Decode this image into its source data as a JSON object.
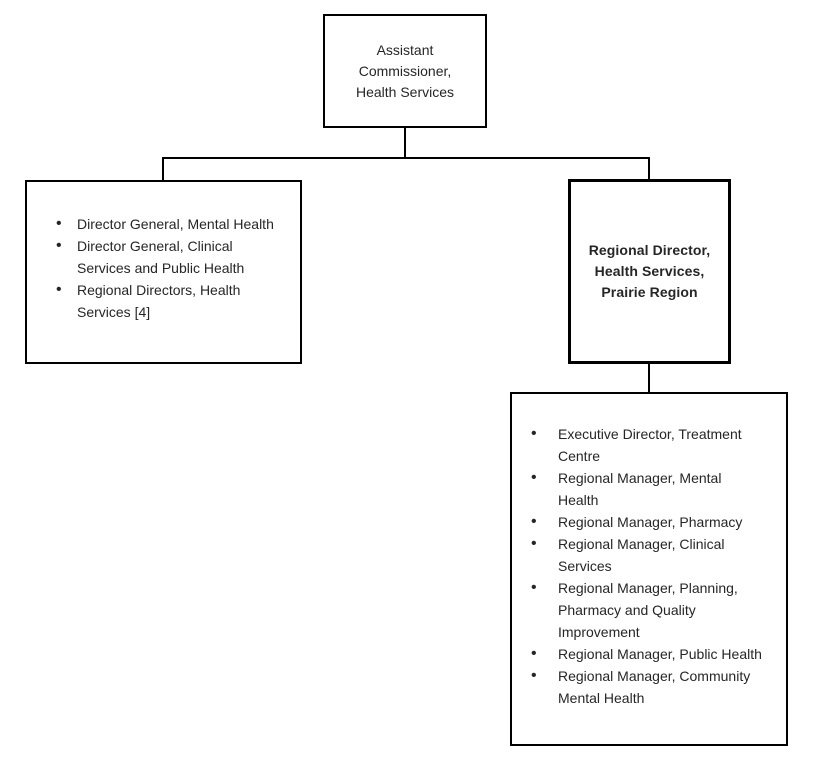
{
  "colors": {
    "background": "#ffffff",
    "border": "#000000",
    "text": "#262626"
  },
  "boxes": {
    "top": {
      "label": "Assistant Commissioner, Health Services",
      "lines": [
        "Assistant",
        "Commissioner,",
        "Health Services"
      ]
    },
    "left": {
      "items": [
        {
          "label": "Director General, Mental Health",
          "lines": [
            "Director General, Mental Health"
          ]
        },
        {
          "label": "Director General, Clinical Services and Public Health",
          "lines": [
            "Director General, Clinical",
            "Services and Public Health"
          ]
        },
        {
          "label": "Regional Directors, Health Services [4]",
          "lines": [
            "Regional Directors, Health",
            "Services [4]"
          ]
        }
      ]
    },
    "right": {
      "label": "Regional Director, Health Services, Prairie Region",
      "lines": [
        "Regional Director,",
        "Health Services,",
        "Prairie Region"
      ]
    },
    "bottom": {
      "items": [
        {
          "label": "Executive Director, Treatment Centre",
          "lines": [
            "Executive Director, Treatment",
            "Centre"
          ]
        },
        {
          "label": "Regional Manager, Mental Health",
          "lines": [
            "Regional Manager, Mental",
            "Health"
          ]
        },
        {
          "label": "Regional Manager, Pharmacy",
          "lines": [
            "Regional Manager, Pharmacy"
          ]
        },
        {
          "label": "Regional Manager, Clinical Services",
          "lines": [
            "Regional Manager, Clinical",
            "Services"
          ]
        },
        {
          "label": "Regional Manager, Planning, Pharmacy and Quality Improvement",
          "lines": [
            "Regional Manager, Planning,",
            "Pharmacy and Quality",
            "Improvement"
          ]
        },
        {
          "label": "Regional Manager, Public Health",
          "lines": [
            "Regional Manager, Public Health"
          ]
        },
        {
          "label": "Regional Manager, Community Mental Health",
          "lines": [
            "Regional Manager, Community",
            "Mental Health"
          ]
        }
      ]
    }
  }
}
